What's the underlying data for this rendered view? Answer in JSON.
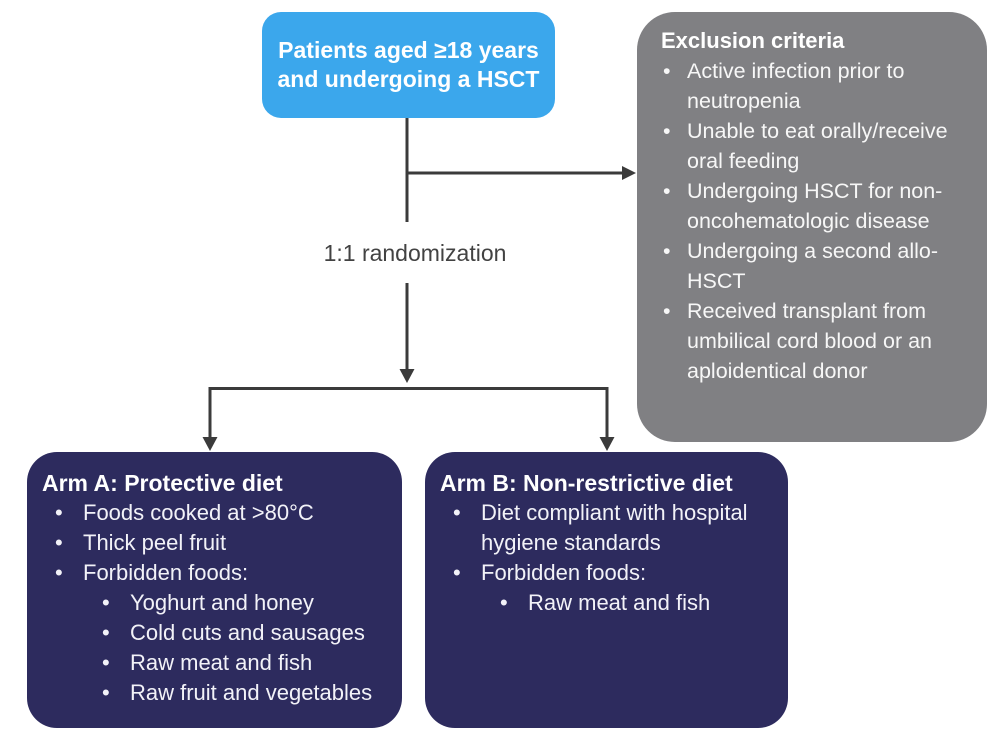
{
  "colors": {
    "header_blue": "#3BA7EC",
    "exclusion_gray": "#808083",
    "arm_navy": "#2D2B5E",
    "connector_line": "#3B3B3B",
    "text_light": "#FFFFFF",
    "label_gray": "#424242"
  },
  "top_box": {
    "text": "Patients aged ≥18 years and undergoing a HSCT"
  },
  "exclusion": {
    "title": "Exclusion criteria",
    "items": [
      "Active infection prior to neutropenia",
      "Unable to eat orally/receive oral feeding",
      "Undergoing HSCT for non-oncohematologic disease",
      "Undergoing a second allo-HSCT",
      "Received transplant from umbilical cord blood or an aploidentical donor"
    ]
  },
  "randomization": {
    "label": "1:1 randomization"
  },
  "arm_a": {
    "title": "Arm A: Protective diet",
    "items": [
      "Foods cooked at >80°C",
      "Thick peel fruit",
      "Forbidden foods:"
    ],
    "forbidden": [
      "Yoghurt and honey",
      "Cold cuts and sausages",
      "Raw meat and fish",
      "Raw fruit and vegetables"
    ]
  },
  "arm_b": {
    "title": "Arm B: Non-restrictive diet",
    "items": [
      "Diet compliant with hospital hygiene standards",
      "Forbidden foods:"
    ],
    "forbidden": [
      "Raw meat and fish"
    ]
  }
}
